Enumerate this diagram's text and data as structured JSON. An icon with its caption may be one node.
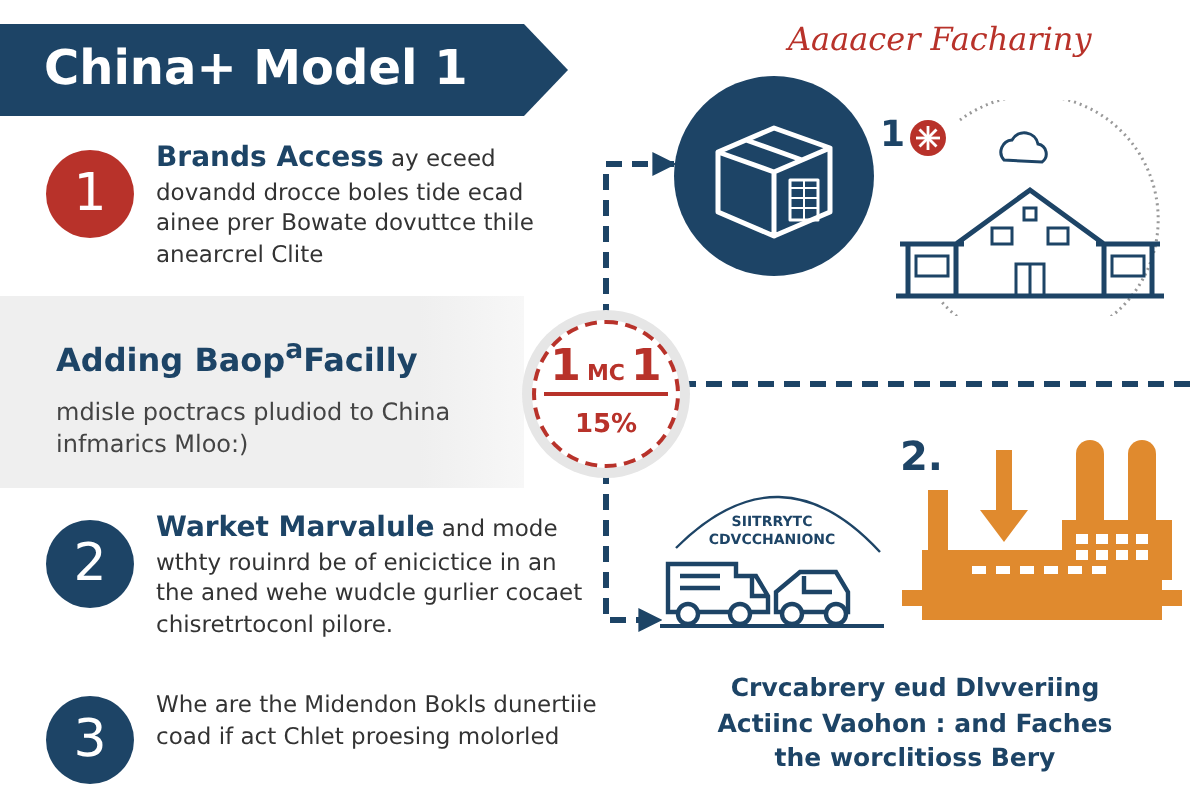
{
  "diagram": {
    "title": "China+ Model 1",
    "nodes": [
      {
        "text": [
          "1",
          "**Brands Access** ay eceed dovandd drocce boles tide ecad ainee prer Bowate dovuttce thile anearcrel Clite"
        ]
      },
      {
        "text": [
          "Adding Baop$^{a}$Facilly",
          "mdisle poctracs pludiod to China infmarics Mloo:)"
        ]
      },
      {
        "text": [
          "2",
          "**Warket Marvalule** and mode wthty rouinrd be of enicictice in an the aned wehe wudcle gurlier cocaet chisretrtoconl pilore."
        ]
      },
      {
        "text": [
          "3",
          "Whe are the Midendon Bokls dunertiie coad if act Chlet proesing molorled"
        ]
      },
      {
        "text": [
          "1",
          "MC",
          "1",
          "15%"
        ]
      },
      {
        "text": [],
        "shape": "picture"
      },
      {
        "text": [],
        "shape": "picture",
        "beside": [
          "1"
        ]
      },
      {
        "text": [],
        "shape": "picture"
      },
      {
        "text": [],
        "shape": "picture"
      }
    ],
    "edges": [
      {
        "from": 4,
        "to": 5,
        "arrow": "to",
        "style": "dashed"
      },
      {
        "from": 4,
        "to": 7,
        "arrow": "to",
        "style": "dashed"
      },
      {
        "from": 4,
        "to": null,
        "arrow": "none",
        "style": "dashed"
      }
    ],
    "labels": [
      "Aaaacer Facharinу",
      "2.",
      "SIITRRYTC",
      "CDVCCHANIONC",
      "Crvcabrery eud Dlvveriing Actiinc Vaohon : and Faches the worclitioss Bery"
    ]
  }
}
